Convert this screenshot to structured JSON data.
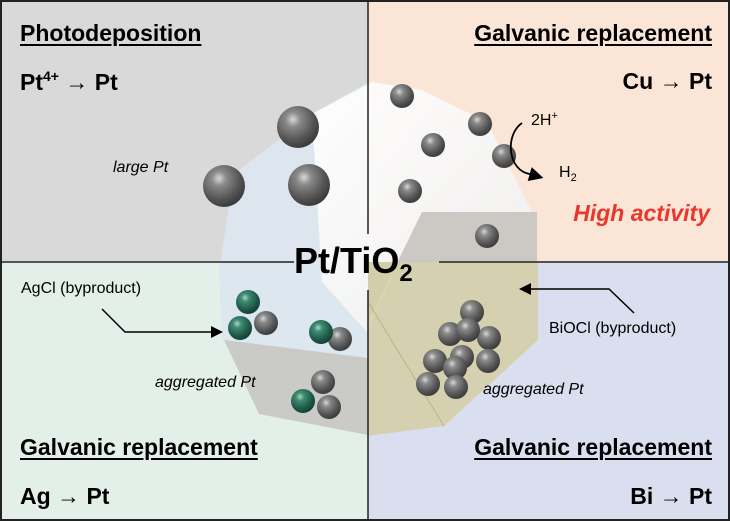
{
  "colors": {
    "photodeposition_bg": "#d9d9d9",
    "cu_bg": "#fbe5d6",
    "ag_bg": "#e2f0e9",
    "bi_bg": "#dadff0",
    "high_activity": "#e8372b",
    "agcl_particle": "#2e6b5a",
    "pt_particle": "#6e6e6e",
    "biocl_layer": "#d4cfa4"
  },
  "center": {
    "title_main": "Pt/TiO",
    "title_sub": "2"
  },
  "quadrants": {
    "top_left": {
      "heading": "Photodeposition",
      "reaction_lhs": "Pt",
      "reaction_sup": "4+",
      "reaction_rhs": "→ Pt",
      "annotation": "large Pt"
    },
    "top_right": {
      "heading": "Galvanic replacement",
      "reaction": "Cu → Pt",
      "h_plus_main": "2H",
      "h_plus_sup": "+",
      "h2_main": "H",
      "h2_sub": "2",
      "highlight": "High activity"
    },
    "bottom_left": {
      "heading": "Galvanic replacement",
      "reaction": "Ag → Pt",
      "byproduct": "AgCl (byproduct)",
      "annotation": "aggregated Pt"
    },
    "bottom_right": {
      "heading": "Galvanic replacement",
      "reaction": "Bi → Pt",
      "byproduct": "BiOCl (byproduct)",
      "annotation": "aggregated Pt"
    }
  }
}
